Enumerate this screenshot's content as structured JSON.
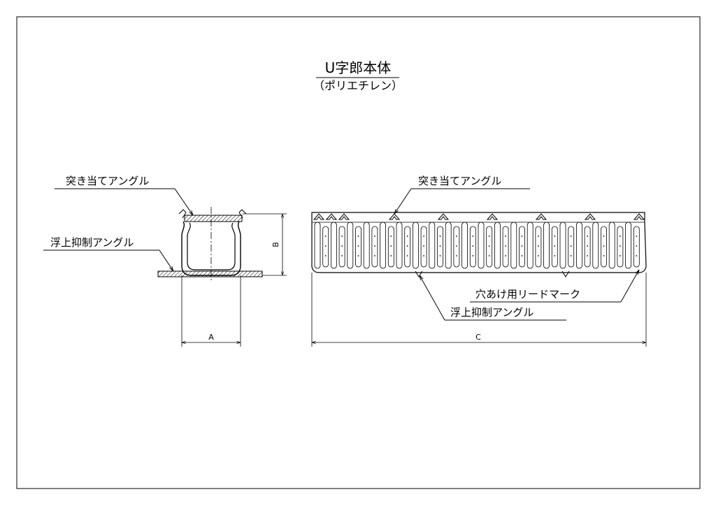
{
  "drawing": {
    "title": "U字郎本体",
    "subtitle": "（ポリエチレン）",
    "section_view": {
      "callout_top": "突き当てアングル",
      "callout_bottom": "浮上抑制アングル",
      "dim_width": "A",
      "dim_height": "B"
    },
    "side_view": {
      "callout_top": "突き当てアングル",
      "callout_hole_mark": "穴あけ用リードマーク",
      "callout_bottom": "浮上抑制アングル",
      "dim_length": "C"
    }
  }
}
